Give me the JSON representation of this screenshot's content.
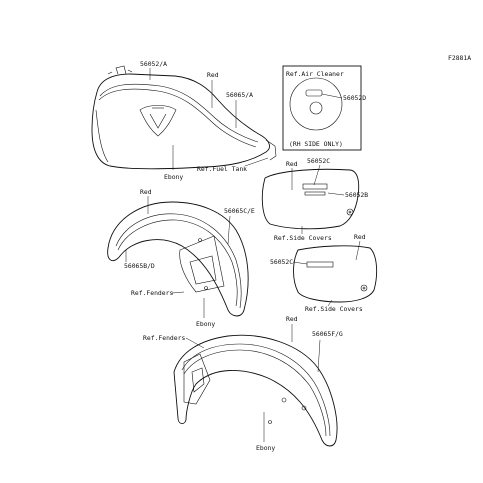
{
  "figure_code": "F2881A",
  "labels": {
    "tank_part": "56052/A",
    "tank_color": "Red",
    "tank_stripe_part": "56065/A",
    "tank_ebony": "Ebony",
    "tank_ref": "Ref.Fuel Tank",
    "air_cleaner_ref": "Ref.Air Cleaner",
    "air_cleaner_part": "56052D",
    "air_cleaner_note": "(RH SIDE ONLY)",
    "side_cover_color": "Red",
    "side_cover_part_c": "56052C",
    "side_cover_part_b": "56052B",
    "side_cover_ref_upper": "Ref.Side Covers",
    "side_cover2_color": "Red",
    "side_cover2_part": "56052C",
    "side_cover_ref_lower": "Ref.Side Covers",
    "front_fender_color": "Red",
    "front_fender_part_ce": "56065C/E",
    "front_fender_part_bd": "56065B/D",
    "front_fender_ref": "Ref.Fenders",
    "front_fender_ebony": "Ebony",
    "rear_fender_color": "Red",
    "rear_fender_part": "56065F/G",
    "rear_fender_ref": "Ref.Fenders",
    "rear_fender_ebony": "Ebony"
  }
}
